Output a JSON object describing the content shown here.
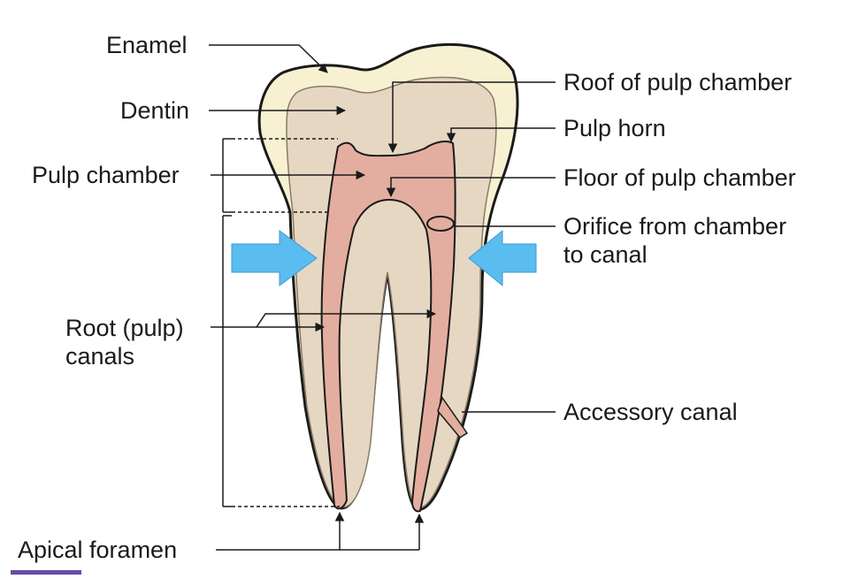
{
  "labels": {
    "enamel": "Enamel",
    "dentin": "Dentin",
    "pulp_chamber": "Pulp chamber",
    "root_canals_1": "Root (pulp)",
    "root_canals_2": "canals",
    "apical_foramen": "Apical foramen",
    "roof": "Roof of pulp chamber",
    "pulp_horn": "Pulp horn",
    "floor": "Floor of pulp chamber",
    "orifice_1": "Orifice from chamber",
    "orifice_2": "to canal",
    "accessory": "Accessory canal"
  },
  "colors": {
    "enamel": "#f7f1d2",
    "dentin": "#e6d7c3",
    "pulp": "#e3ae9f",
    "outline": "#1a1a1a",
    "arrow": "#5bbcf0",
    "bar": "#6a4aa8"
  },
  "icons": {
    "left_pressure_arrow": "arrow-right-icon",
    "right_pressure_arrow": "arrow-left-icon"
  }
}
